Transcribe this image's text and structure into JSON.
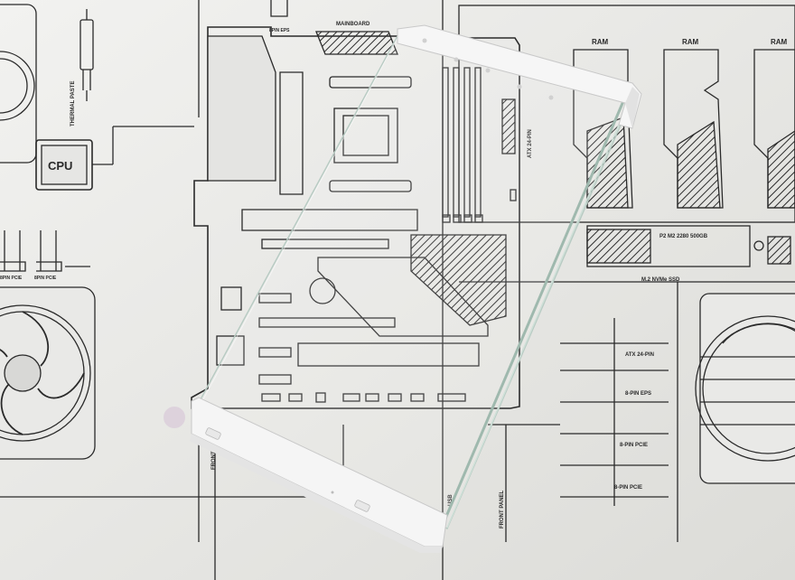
{
  "labels": {
    "thermal_paste": "THERMAL PASTE",
    "cpu": "CPU",
    "eps_top": "8PIN EPS",
    "mainboard": "MAINBOARD",
    "ram1": "RAM",
    "ram2": "RAM",
    "ram3": "RAM",
    "atx24_vertical": "ATX 24-PIN",
    "ssd_capacity_text": "P2 M2 2280   500GB",
    "m2_ssd": "M.2 NVMe SSD",
    "pcie_left_1": "8PIN PCIE",
    "pcie_left_2": "8PIN PCIE",
    "psu_atx24": "ATX 24-PIN",
    "psu_eps": "8-PIN EPS",
    "psu_pcie_1": "8-PIN PCIE",
    "psu_pcie_2": "8-PIN PCIE",
    "front_left": "FRONT",
    "front_panel": "FRONT PANEL",
    "usb_partial": "USB"
  },
  "colors": {
    "mat": "#ececea",
    "ink": "#2a2a2a",
    "bracket": "#f4f4f4",
    "glass_edge": "#9fb9ae"
  }
}
